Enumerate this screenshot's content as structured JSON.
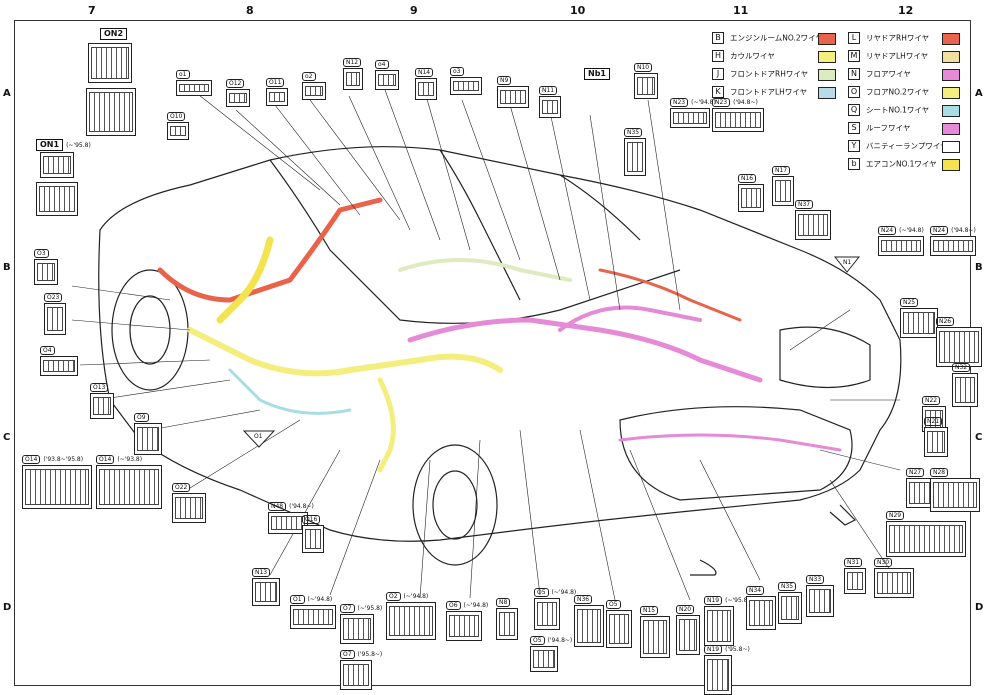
{
  "columns": [
    "7",
    "8",
    "9",
    "10",
    "11",
    "12"
  ],
  "rows_left": [
    "A",
    "B",
    "C",
    "D"
  ],
  "rows_right": [
    "A",
    "B",
    "C",
    "D"
  ],
  "legend": [
    {
      "code": "B",
      "label": "エンジンルームNO.2ワイヤ",
      "color": "#e8634a"
    },
    {
      "code": "H",
      "label": "カウルワイヤ",
      "color": "#f4ee7e"
    },
    {
      "code": "J",
      "label": "フロントドアRHワイヤ",
      "color": "#dcebc0"
    },
    {
      "code": "K",
      "label": "フロントドアLHワイヤ",
      "color": "#b9dbe6"
    },
    {
      "code": "L",
      "label": "リヤドアRHワイヤ",
      "color": "#e8634a"
    },
    {
      "code": "M",
      "label": "リヤドアLHワイヤ",
      "color": "#f0e0a0"
    },
    {
      "code": "N",
      "label": "フロアワイヤ",
      "color": "#e58ad6"
    },
    {
      "code": "O",
      "label": "フロアNO.2ワイヤ",
      "color": "#f4ee7e"
    },
    {
      "code": "Q",
      "label": "シートNO.1ワイヤ",
      "color": "#a9dde6"
    },
    {
      "code": "S",
      "label": "ルーフワイヤ",
      "color": "#e58ad6"
    },
    {
      "code": "Y",
      "label": "バニティーランプワイヤ",
      "color": "#ffffff"
    },
    {
      "code": "b",
      "label": "エアコンNO.1ワイヤ",
      "color": "#f2e34f"
    }
  ],
  "big_tags": {
    "on2": "ON2",
    "on1": "ON1",
    "on1_note": "(~'95.8)",
    "nb1": "Nb1"
  },
  "triangles": {
    "o1": "O1",
    "n1": "N1"
  },
  "connectors": [
    {
      "id": "o1",
      "label": "o1"
    },
    {
      "id": "o12",
      "label": "O12"
    },
    {
      "id": "o11",
      "label": "O11"
    },
    {
      "id": "o2",
      "label": "o2"
    },
    {
      "id": "n12",
      "label": "N12"
    },
    {
      "id": "o4",
      "label": "o4"
    },
    {
      "id": "n14",
      "label": "N14"
    },
    {
      "id": "o3",
      "label": "o3"
    },
    {
      "id": "n9",
      "label": "N9"
    },
    {
      "id": "n11",
      "label": "N11"
    },
    {
      "id": "n10",
      "label": "N10"
    },
    {
      "id": "o10",
      "label": "O10"
    },
    {
      "id": "n35",
      "label": "N35"
    },
    {
      "id": "n23a",
      "label": "N23",
      "note": "(~'94.8)"
    },
    {
      "id": "n23b",
      "label": "N23",
      "note": "('94.8~)"
    },
    {
      "id": "n16",
      "label": "N16"
    },
    {
      "id": "n17",
      "label": "N17"
    },
    {
      "id": "n37",
      "label": "N37"
    },
    {
      "id": "n24a",
      "label": "N24",
      "note": "(~'94.8)"
    },
    {
      "id": "n24b",
      "label": "N24",
      "note": "('94.8~)"
    },
    {
      "id": "o3b",
      "label": "O3"
    },
    {
      "id": "o23",
      "label": "O23"
    },
    {
      "id": "o4b",
      "label": "O4"
    },
    {
      "id": "o13",
      "label": "O13"
    },
    {
      "id": "o9",
      "label": "O9"
    },
    {
      "id": "o14a",
      "label": "O14",
      "note": "('93.8~'95.8)"
    },
    {
      "id": "o14b",
      "label": "O14",
      "note": "(~'93.8)"
    },
    {
      "id": "o22",
      "label": "O22"
    },
    {
      "id": "n48",
      "label": "N48",
      "note": "('94.8~)"
    },
    {
      "id": "o16",
      "label": "O16"
    },
    {
      "id": "n13",
      "label": "N13"
    },
    {
      "id": "o1b",
      "label": "O1",
      "note": "(~'94.8)"
    },
    {
      "id": "o7a",
      "label": "O7",
      "note": "(~'95.8)"
    },
    {
      "id": "o7b",
      "label": "O7",
      "note": "('95.8~)"
    },
    {
      "id": "o2b",
      "label": "O2",
      "note": "(~'94.8)"
    },
    {
      "id": "o6",
      "label": "O6",
      "note": "(~'94.8)"
    },
    {
      "id": "n8",
      "label": "N8"
    },
    {
      "id": "o5a",
      "label": "O5",
      "note": "(~'94.8)"
    },
    {
      "id": "o5b",
      "label": "O5",
      "note": "('94.8~)"
    },
    {
      "id": "n36",
      "label": "N36"
    },
    {
      "id": "o5c",
      "label": "O5"
    },
    {
      "id": "n15",
      "label": "N15"
    },
    {
      "id": "n20",
      "label": "N20"
    },
    {
      "id": "n19a",
      "label": "N19",
      "note": "(~'95.8)"
    },
    {
      "id": "n19b",
      "label": "N19",
      "note": "('95.8~)"
    },
    {
      "id": "n34",
      "label": "N34"
    },
    {
      "id": "n35b",
      "label": "N35"
    },
    {
      "id": "n33",
      "label": "N33"
    },
    {
      "id": "n31",
      "label": "N31"
    },
    {
      "id": "n30",
      "label": "N30"
    },
    {
      "id": "n25",
      "label": "N25"
    },
    {
      "id": "n26",
      "label": "N26"
    },
    {
      "id": "n32",
      "label": "N32"
    },
    {
      "id": "n22",
      "label": "N22"
    },
    {
      "id": "n21",
      "label": "N21"
    },
    {
      "id": "n27",
      "label": "N27"
    },
    {
      "id": "n28",
      "label": "N28"
    },
    {
      "id": "n29",
      "label": "N29"
    }
  ],
  "colors": {
    "frame": "#333333",
    "line": "#222222"
  }
}
